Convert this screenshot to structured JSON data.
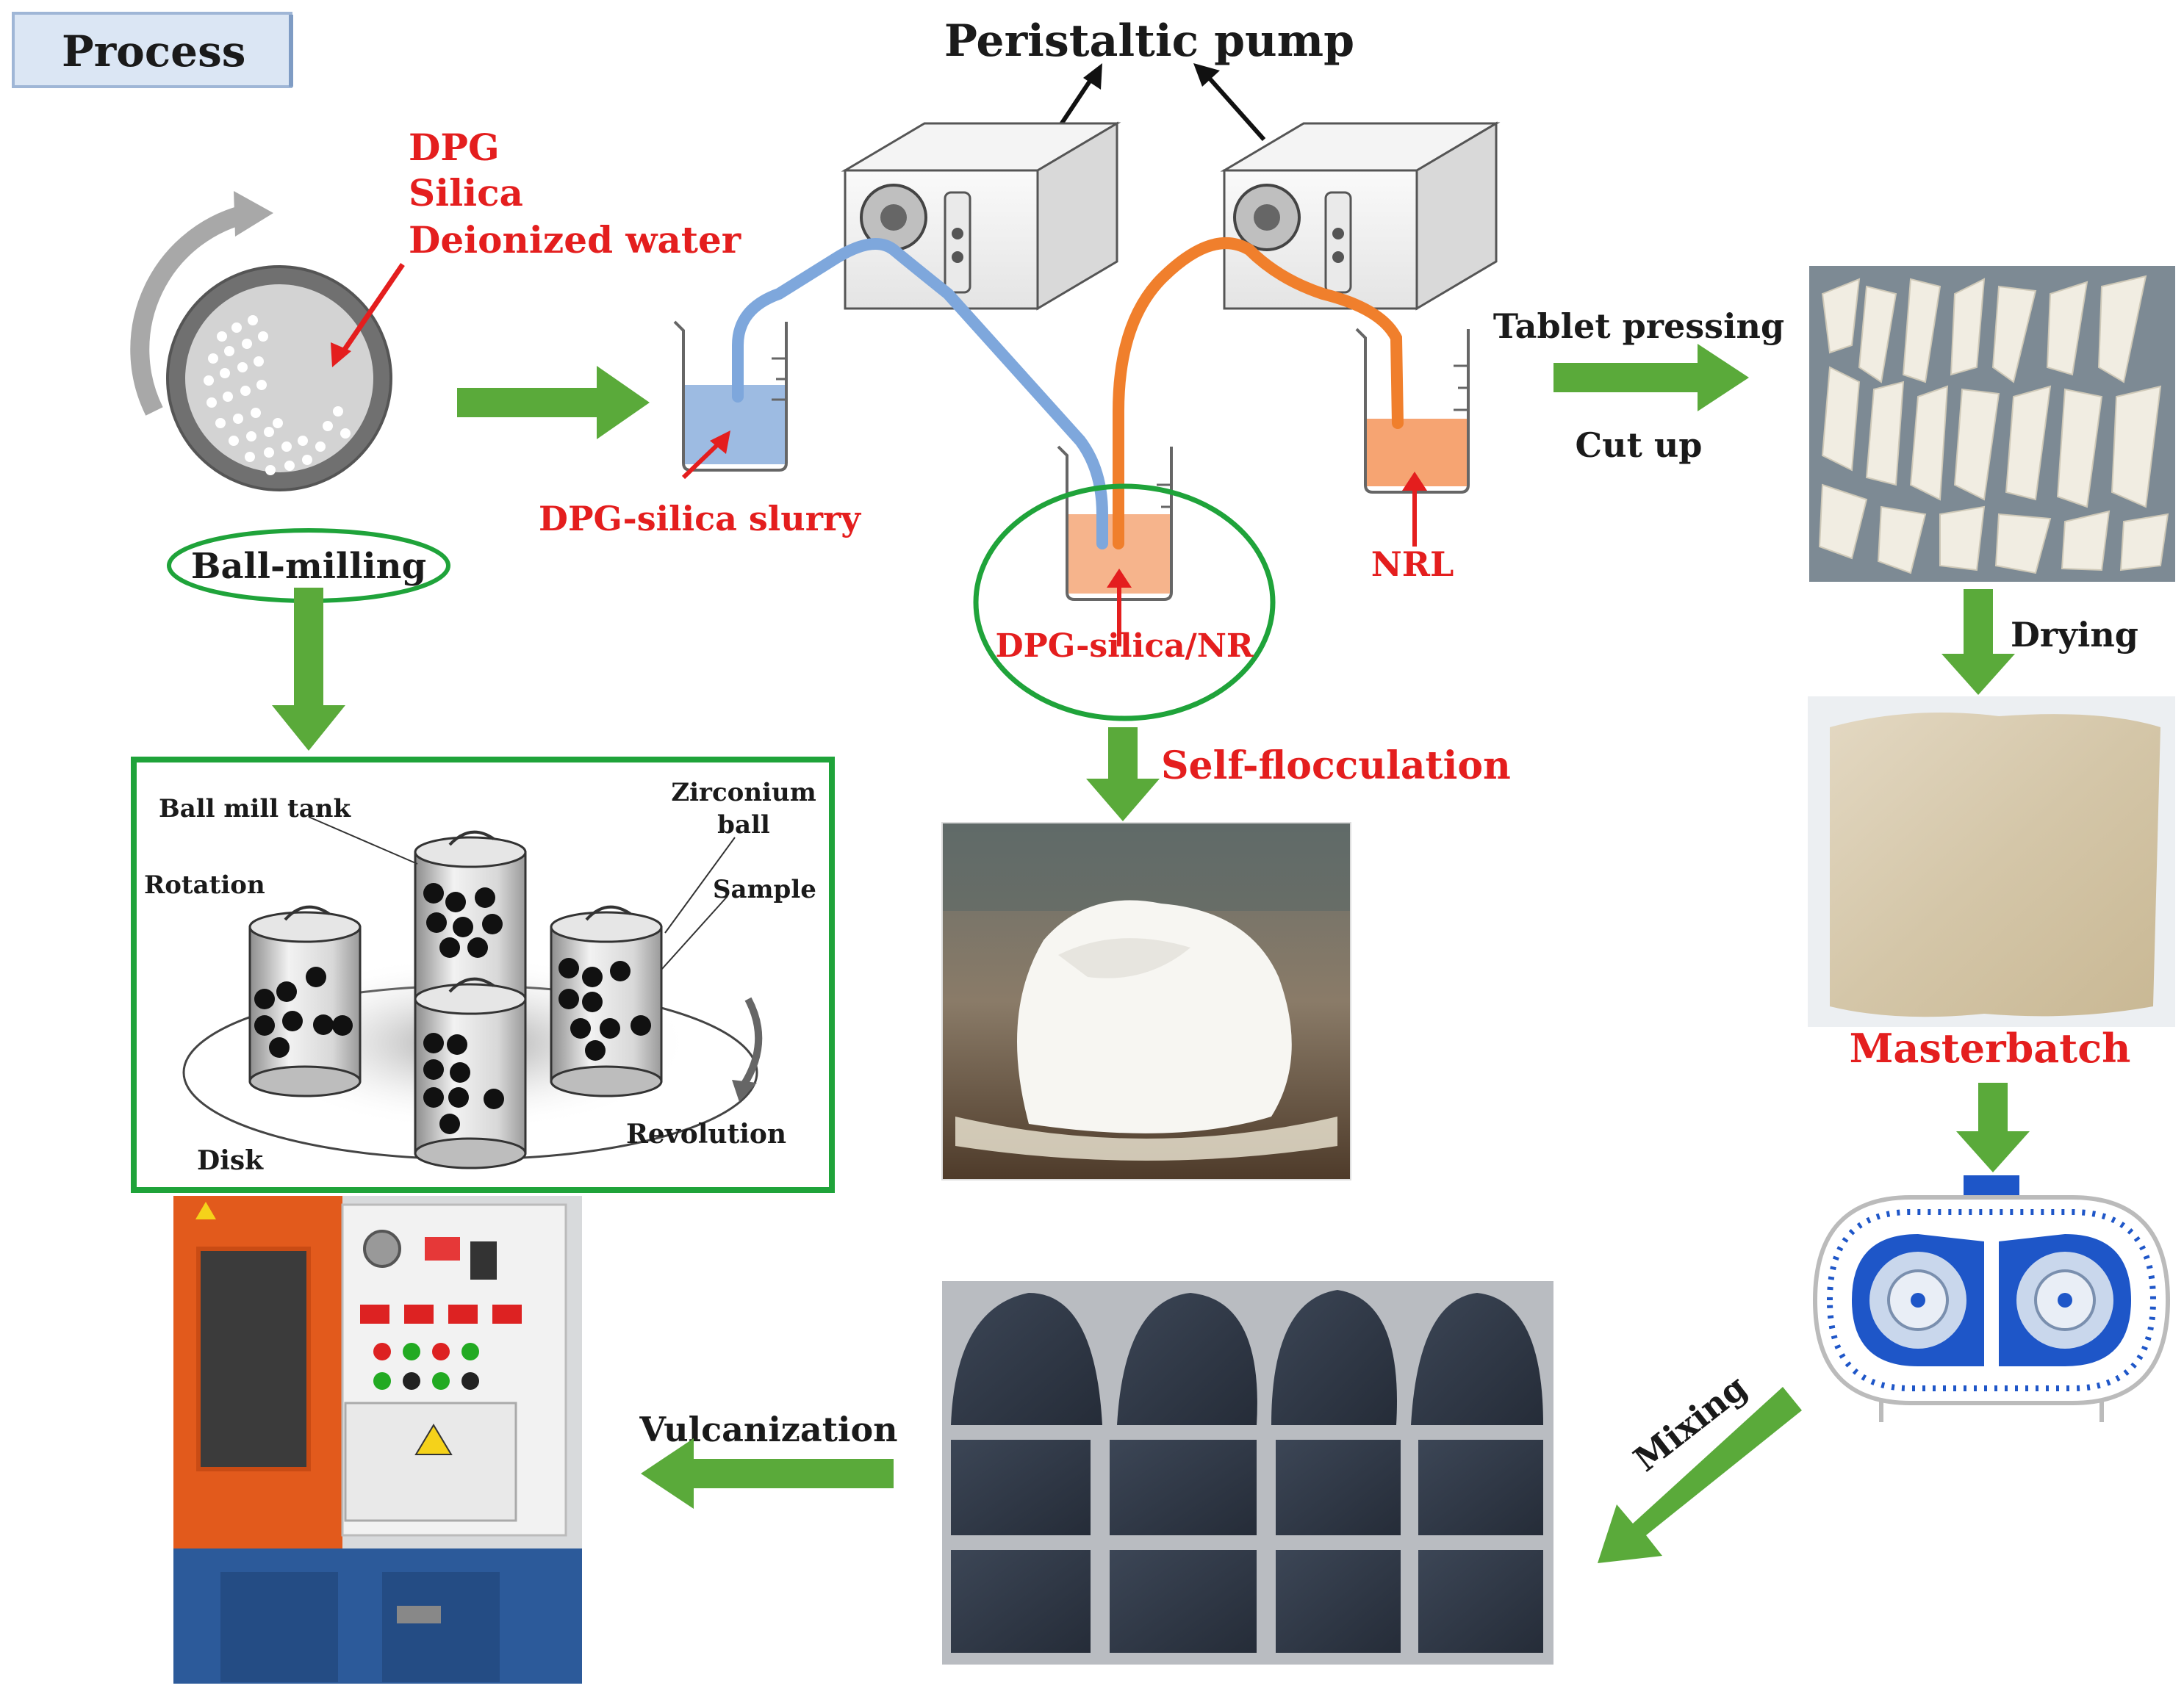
{
  "header": {
    "title": "Process"
  },
  "ball_milling": {
    "ingredients": [
      "DPG",
      "Silica",
      "Deionized water"
    ],
    "step_label": "Ball-milling",
    "detail": {
      "ball_mill_tank": "Ball mill tank",
      "zirconium_ball_line1": "Zirconium",
      "zirconium_ball_line2": "ball",
      "rotation": "Rotation",
      "sample": "Sample",
      "revolution": "Revolution",
      "disk": "Disk"
    }
  },
  "pump": {
    "title": "Peristaltic pump",
    "slurry_label": "DPG-silica slurry",
    "mixture_label": "DPG-silica/NR",
    "nrl_label": "NRL",
    "self_flocculation": "Self-flocculation"
  },
  "steps": {
    "tablet_pressing": "Tablet pressing",
    "cut_up": "Cut up",
    "drying": "Drying",
    "masterbatch": "Masterbatch",
    "mixing": "Mixing",
    "vulcanization": "Vulcanization"
  },
  "colors": {
    "arrow_green": "#5aaa3a",
    "label_red": "#e41e1e",
    "slurry_blue": "#9dbbe2",
    "tube_blue": "#7ea7dc",
    "tube_orange": "#f07f2c",
    "mixture_orange": "#f6b48c",
    "mixer_blue": "#1e56c8",
    "highlight_green": "#1fa33a"
  }
}
